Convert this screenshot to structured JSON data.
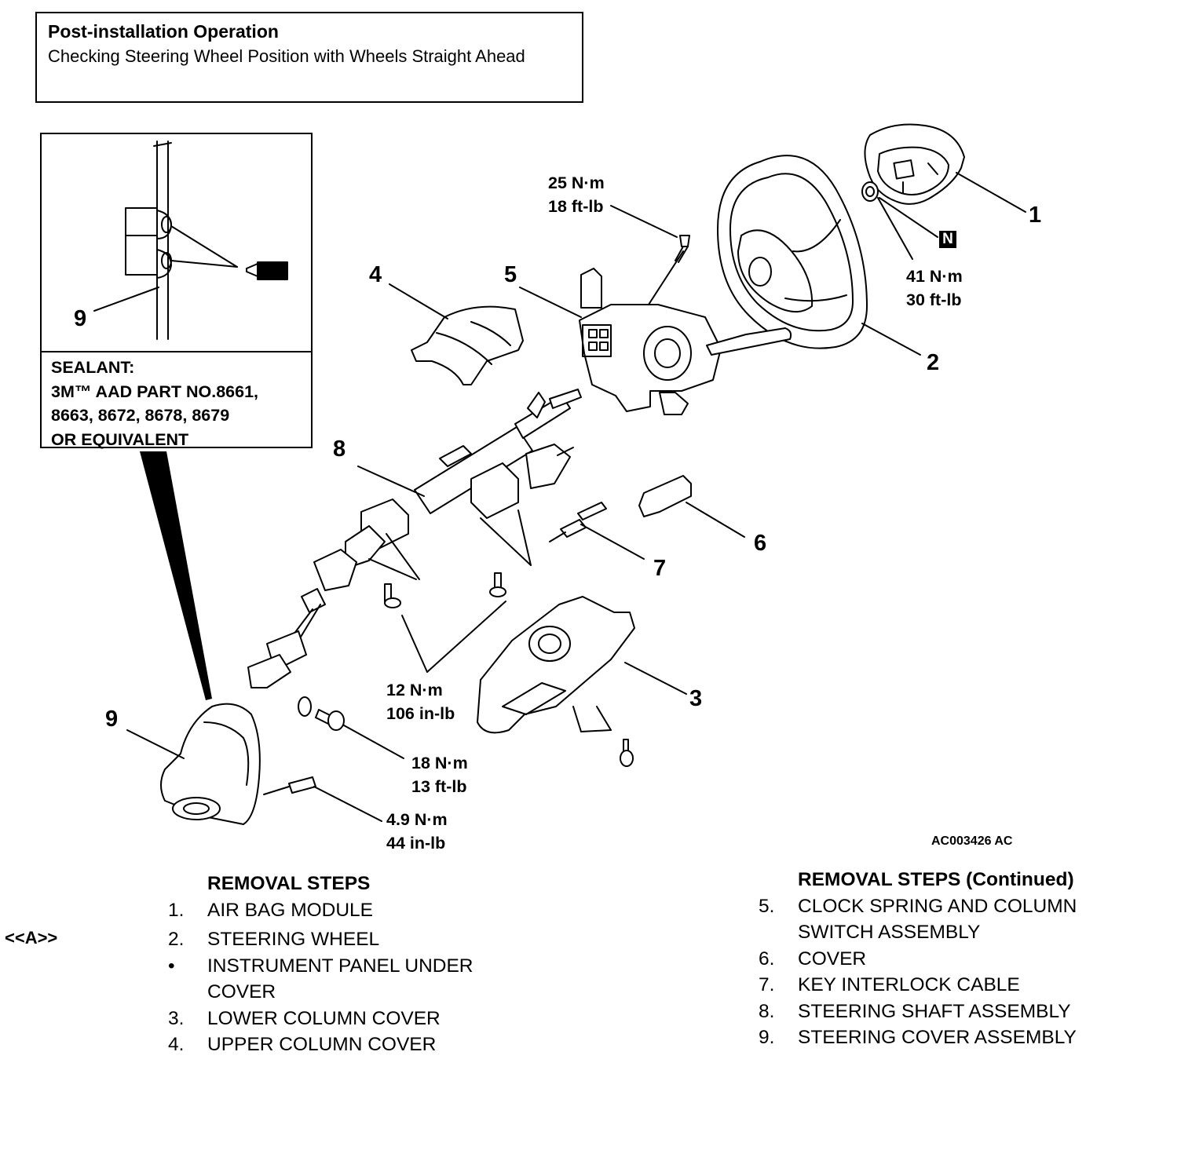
{
  "post_install": {
    "title": "Post-installation Operation",
    "text": "Checking Steering Wheel Position with Wheels Straight Ahead"
  },
  "inset": {
    "callout": "9",
    "sealant_lines": [
      "SEALANT:",
      "3M™ AAD PART NO.8661,",
      "8663, 8672, 8678, 8679",
      "OR EQUIVALENT"
    ]
  },
  "callouts": {
    "c1": "1",
    "c2": "2",
    "c3": "3",
    "c4": "4",
    "c5": "5",
    "c6": "6",
    "c7": "7",
    "c8": "8",
    "c9": "9"
  },
  "torques": {
    "t25": [
      "25 N·m",
      "18 ft-lb"
    ],
    "t41": [
      "41 N·m",
      "30 ft-lb"
    ],
    "t12": [
      "12 N·m",
      "106 in-lb"
    ],
    "t18": [
      "18 N·m",
      "13 ft-lb"
    ],
    "t49": [
      "4.9 N·m",
      "44 in-lb"
    ]
  },
  "nut_marker": "N",
  "figure_code": "AC003426 AC",
  "service_ref": "<<A>>",
  "removal_steps": {
    "title": "REMOVAL STEPS",
    "items": [
      {
        "num": "1.",
        "text": "AIR BAG MODULE"
      },
      {
        "num": "2.",
        "text": "STEERING WHEEL"
      },
      {
        "num": "•",
        "text": "INSTRUMENT PANEL UNDER COVER"
      },
      {
        "num": "3.",
        "text": "LOWER COLUMN COVER"
      },
      {
        "num": "4.",
        "text": "UPPER COLUMN COVER"
      }
    ]
  },
  "removal_steps_cont": {
    "title": "REMOVAL STEPS (Continued)",
    "items": [
      {
        "num": "5.",
        "text": "CLOCK SPRING AND COLUMN SWITCH ASSEMBLY"
      },
      {
        "num": "6.",
        "text": "COVER"
      },
      {
        "num": "7.",
        "text": "KEY INTERLOCK CABLE"
      },
      {
        "num": "8.",
        "text": "STEERING SHAFT ASSEMBLY"
      },
      {
        "num": "9.",
        "text": "STEERING COVER ASSEMBLY"
      }
    ]
  }
}
